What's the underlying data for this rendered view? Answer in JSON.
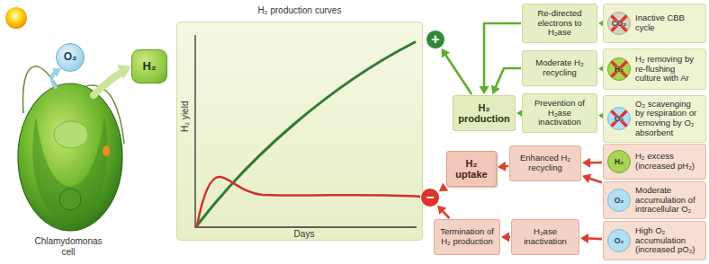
{
  "diagram": {
    "nodes": [
      {
        "text": [
          "O₂"
        ]
      },
      {
        "text": [
          "H₂"
        ]
      },
      {
        "text": [
          "H₂ production curves"
        ]
      },
      {
        "text": [
          "+"
        ]
      },
      {
        "text": [
          "−"
        ]
      },
      {
        "text": [
          "H₂ production"
        ]
      },
      {
        "text": [
          "H₂ uptake"
        ]
      },
      {
        "text": [
          "Re-directed electrons to H₂ase"
        ]
      },
      {
        "text": [
          "Moderate H₂ recycling"
        ]
      },
      {
        "text": [
          "Prevention of H₂ase inactivation"
        ]
      },
      {
        "text": [
          "Inactive CBB cycle"
        ]
      },
      {
        "text": [
          "CO₂"
        ],
        "in": 10
      },
      {
        "text": [
          "H₂ removing by re-flushing culture with Ar"
        ]
      },
      {
        "text": [
          "H₂"
        ],
        "in": 12
      },
      {
        "text": [
          "O₂ scavenging by respiration or removing by O₂ absorbent"
        ]
      },
      {
        "text": [
          "O₂"
        ],
        "in": 14
      },
      {
        "text": [
          "Enhanced H₂ recycling"
        ]
      },
      {
        "text": [
          "H₂ase inactivation"
        ]
      },
      {
        "text": [
          "Termination of H₂ production"
        ]
      },
      {
        "text": [
          "H₂ excess (increased pH₂)"
        ]
      },
      {
        "text": [
          "H₂"
        ],
        "in": 19
      },
      {
        "text": [
          "Moderate accumulation of intracellular O₂"
        ]
      },
      {
        "text": [
          "O₂"
        ],
        "in": 21
      },
      {
        "text": [
          "High O₂ accumulation (increased pO₂)"
        ]
      },
      {
        "text": [
          "O₂"
        ],
        "in": 23
      }
    ],
    "edges": [
      {
        "from": 10,
        "to": 7,
        "arrow": "to"
      },
      {
        "from": 12,
        "to": 8,
        "arrow": "to"
      },
      {
        "from": 14,
        "to": 9,
        "arrow": "to"
      },
      {
        "from": 7,
        "to": 5,
        "arrow": "to"
      },
      {
        "from": 8,
        "to": 5,
        "arrow": "to"
      },
      {
        "from": 9,
        "to": 5,
        "arrow": "to"
      },
      {
        "from": 5,
        "to": 3,
        "arrow": "to"
      },
      {
        "from": 19,
        "to": 16,
        "arrow": "to"
      },
      {
        "from": 21,
        "to": 16,
        "arrow": "to"
      },
      {
        "from": 16,
        "to": 6,
        "arrow": "to"
      },
      {
        "from": 6,
        "to": 4,
        "arrow": "to"
      },
      {
        "from": 23,
        "to": 17,
        "arrow": "to"
      },
      {
        "from": 17,
        "to": 18,
        "arrow": "to"
      },
      {
        "from": 18,
        "to": 4,
        "arrow": "to"
      }
    ],
    "labels": [
      "Chlamydomonas cell",
      "H₂ yield",
      "Days"
    ]
  }
}
